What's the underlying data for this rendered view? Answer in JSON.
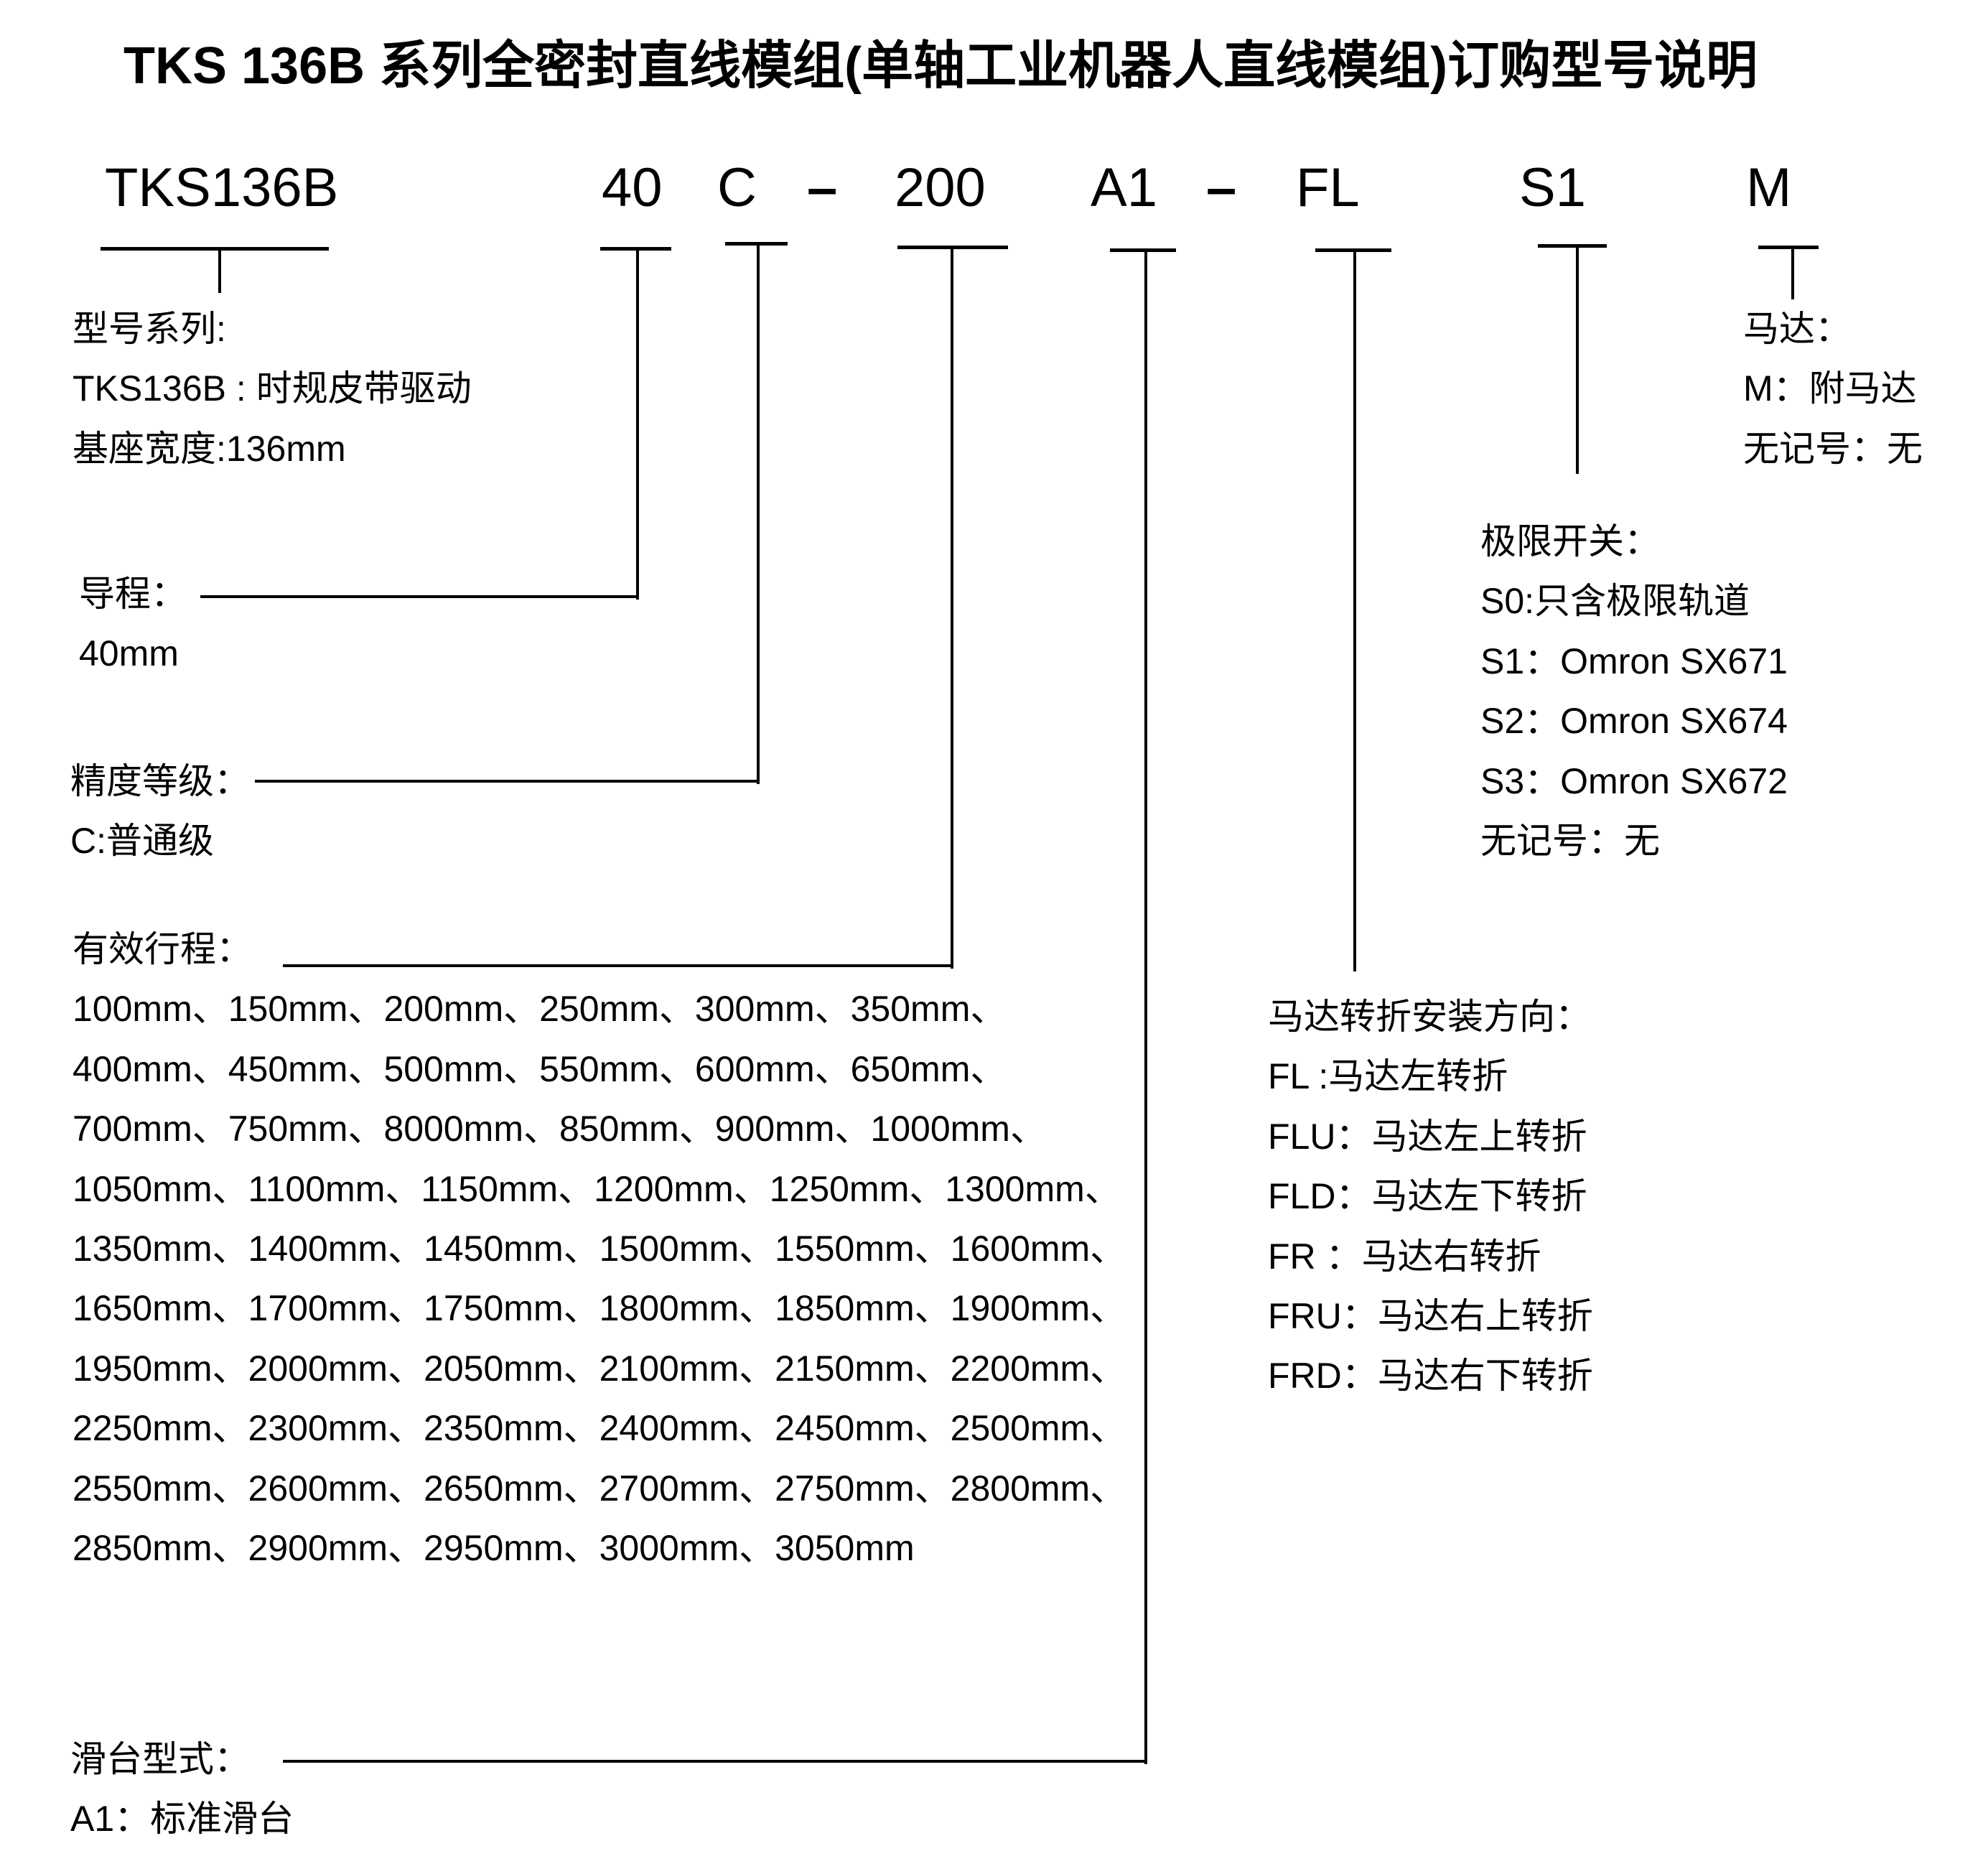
{
  "title": "TKS 136B  系列全密封直线模组(单轴工业机器人直线模组)订购型号说明",
  "code": {
    "series": "TKS136B",
    "lead": "40",
    "accuracy": "C",
    "dash1": "–",
    "stroke": "200",
    "slider": "A1",
    "dash2": "–",
    "motor_dir": "FL",
    "limit": "S1",
    "motor": "M"
  },
  "series_block": {
    "heading": "型号系列:",
    "line1": "TKS136B : 时规皮带驱动",
    "line2": "基座宽度:136mm"
  },
  "lead_block": {
    "heading": "导程：",
    "value": "40mm"
  },
  "accuracy_block": {
    "heading": "精度等级：",
    "value": "C:普通级"
  },
  "stroke_block": {
    "heading": "有效行程：",
    "lines": [
      "100mm、150mm、200mm、250mm、300mm、350mm、",
      "400mm、450mm、500mm、550mm、600mm、650mm、",
      "700mm、750mm、8000mm、850mm、900mm、1000mm、",
      "1050mm、1100mm、1150mm、1200mm、1250mm、1300mm、",
      "1350mm、1400mm、1450mm、1500mm、1550mm、1600mm、",
      "1650mm、1700mm、1750mm、1800mm、1850mm、1900mm、",
      "1950mm、2000mm、2050mm、2100mm、2150mm、2200mm、",
      "2250mm、2300mm、2350mm、2400mm、2450mm、2500mm、",
      "2550mm、2600mm、2650mm、2700mm、2750mm、2800mm、",
      "2850mm、2900mm、2950mm、3000mm、3050mm"
    ]
  },
  "slider_block": {
    "heading": "滑台型式：",
    "value": "A1：标准滑台"
  },
  "motor_block": {
    "heading": "马达：",
    "line1": "M：附马达",
    "line2": "无记号：无"
  },
  "limit_block": {
    "heading": "极限开关：",
    "lines": [
      "S0:只含极限轨道",
      "S1：Omron SX671",
      "S2：Omron SX674",
      "S3：Omron SX672",
      "无记号：无"
    ]
  },
  "direction_block": {
    "heading": "马达转折安装方向：",
    "lines": [
      "FL :马达左转折",
      "FLU：马达左上转折",
      "FLD：马达左下转折",
      "FR ：马达右转折",
      "FRU：马达右上转折",
      "FRD：马达右下转折"
    ]
  }
}
